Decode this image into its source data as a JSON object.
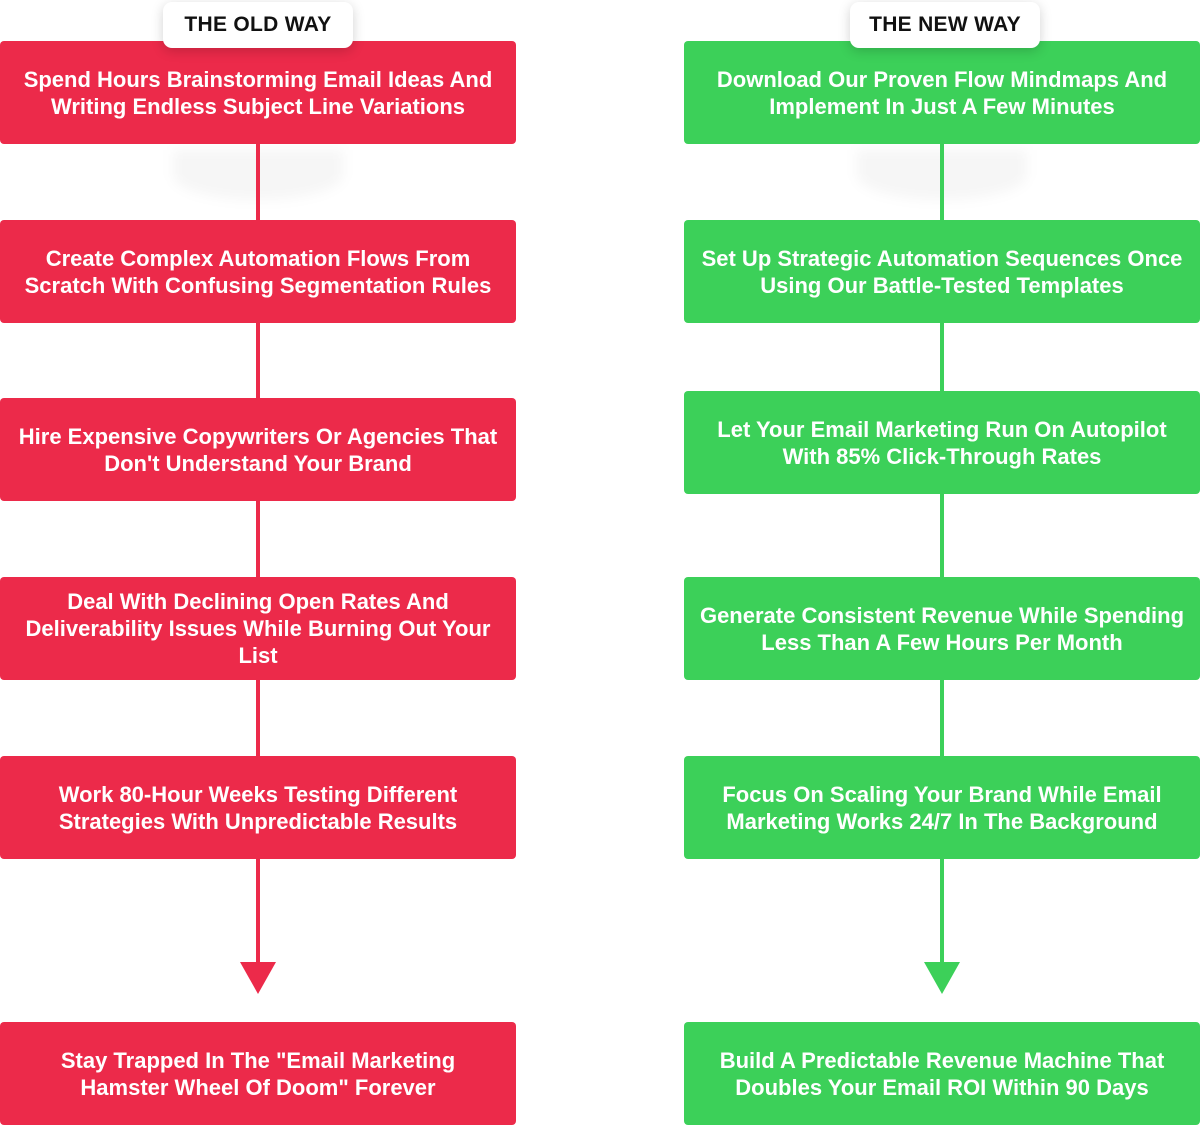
{
  "old_way": {
    "title": "THE OLD WAY",
    "steps": [
      "Spend Hours Brainstorming Email Ideas And Writing Endless Subject Line Variations",
      "Create Complex Automation Flows From Scratch With Confusing Segmentation Rules",
      "Hire Expensive Copywriters Or Agencies That Don't Understand Your Brand",
      "Deal With Declining Open Rates And Deliverability Issues While Burning Out Your List",
      "Work 80-Hour Weeks Testing Different Strategies With Unpredictable Results"
    ],
    "outcome": "Stay Trapped In The \"Email Marketing Hamster Wheel Of Doom\" Forever",
    "color": "#EC2A4A"
  },
  "new_way": {
    "title": "THE NEW WAY",
    "steps": [
      "Download Our Proven Flow Mindmaps And Implement In Just A Few Minutes",
      "Set Up Strategic Automation Sequences Once Using Our Battle-Tested Templates",
      "Let Your Email Marketing Run On Autopilot With 85% Click-Through Rates",
      "Generate Consistent Revenue While Spending Less Than A Few Hours Per Month",
      "Focus On Scaling Your Brand While Email Marketing Works 24/7 In The Background"
    ],
    "outcome": "Build A Predictable Revenue Machine That Doubles Your Email ROI Within 90 Days",
    "color": "#3CD059"
  }
}
